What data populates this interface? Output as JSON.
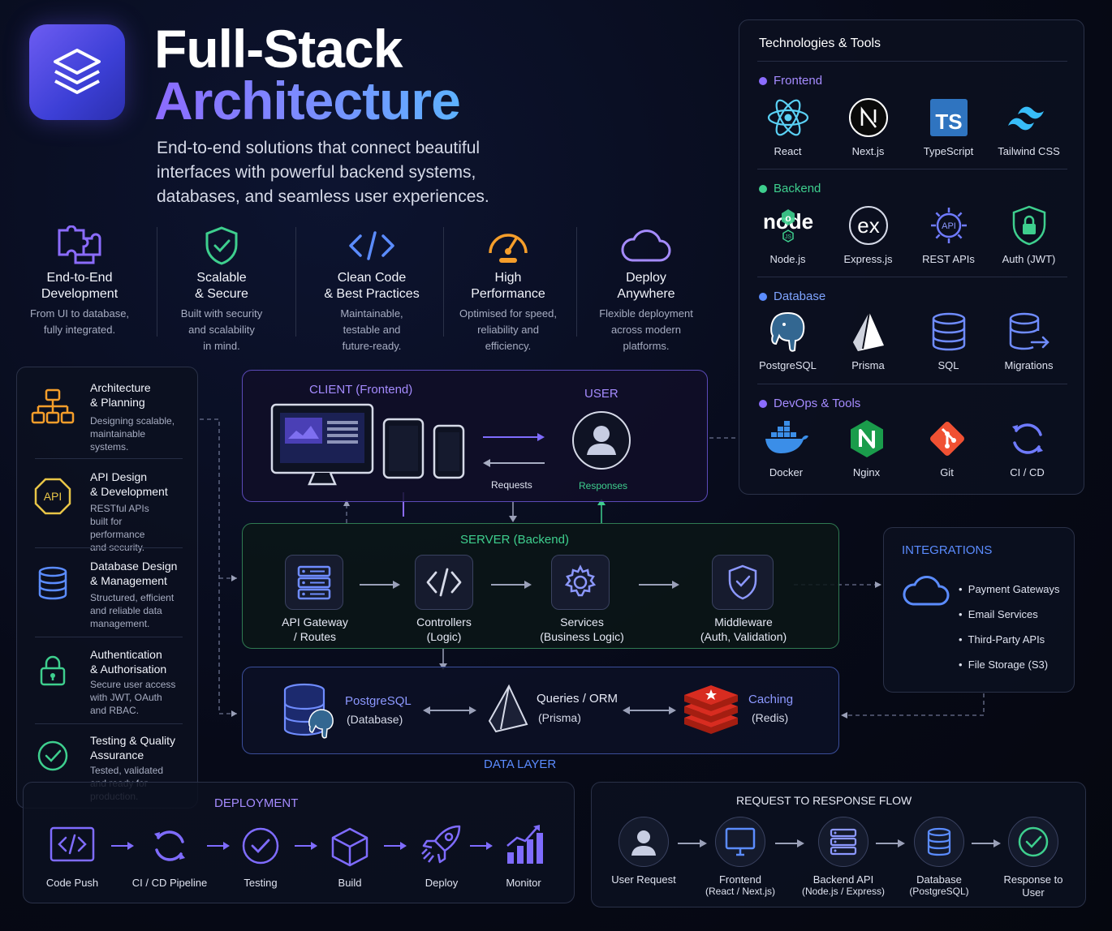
{
  "header": {
    "title_line1": "Full-Stack",
    "title_line2": "Architecture",
    "subtitle": "End-to-end solutions that connect beautiful interfaces with powerful backend systems, databases, and seamless user experiences.",
    "logo_icon": "layers-icon"
  },
  "features": [
    {
      "icon": "puzzle-icon",
      "title": "End-to-End\nDevelopment",
      "desc": "From UI to database,\nfully integrated."
    },
    {
      "icon": "shield-check-icon",
      "title": "Scalable\n& Secure",
      "desc": "Built with security\nand scalability\nin mind."
    },
    {
      "icon": "code-icon",
      "title": "Clean Code\n& Best Practices",
      "desc": "Maintainable,\ntestable and\nfuture-ready."
    },
    {
      "icon": "gauge-icon",
      "title": "High\nPerformance",
      "desc": "Optimised for speed,\nreliability and\nefficiency."
    },
    {
      "icon": "cloud-icon",
      "title": "Deploy\nAnywhere",
      "desc": "Flexible deployment\nacross modern\nplatforms."
    }
  ],
  "tech": {
    "title": "Technologies & Tools",
    "categories": [
      {
        "name": "Frontend",
        "color": "#8b6cff",
        "items": [
          "React",
          "Next.js",
          "TypeScript",
          "Tailwind CSS"
        ]
      },
      {
        "name": "Backend",
        "color": "#3ecf8e",
        "items": [
          "Node.js",
          "Express.js",
          "REST APIs",
          "Auth (JWT)"
        ]
      },
      {
        "name": "Database",
        "color": "#5b8cff",
        "items": [
          "PostgreSQL",
          "Prisma",
          "SQL",
          "Migrations"
        ]
      },
      {
        "name": "DevOps & Tools",
        "color": "#8b6cff",
        "items": [
          "Docker",
          "Nginx",
          "Git",
          "CI / CD"
        ]
      }
    ]
  },
  "capabilities": [
    {
      "icon": "sitemap-icon",
      "title": "Architecture\n& Planning",
      "desc": "Designing scalable,\nmaintainable\nsystems."
    },
    {
      "icon": "api-hexagon-icon",
      "title": "API Design\n& Development",
      "desc": "RESTful APIs\nbuilt for performance\nand security."
    },
    {
      "icon": "database-icon",
      "title": "Database Design\n& Management",
      "desc": "Structured, efficient\nand reliable data\nmanagement."
    },
    {
      "icon": "lock-icon",
      "title": "Authentication\n& Authorisation",
      "desc": "Secure user access\nwith JWT, OAuth\nand RBAC."
    },
    {
      "icon": "check-circle-icon",
      "title": "Testing & Quality\nAssurance",
      "desc": "Tested, validated\nand ready for\nproduction."
    }
  ],
  "client": {
    "title": "CLIENT (Frontend)",
    "user": "USER",
    "requests": "Requests",
    "responses": "Responses"
  },
  "server": {
    "title": "SERVER (Backend)",
    "nodes": [
      {
        "icon": "server-icon",
        "label": "API Gateway\n/ Routes"
      },
      {
        "icon": "code-icon",
        "label": "Controllers\n(Logic)"
      },
      {
        "icon": "gear-icon",
        "label": "Services\n(Business Logic)"
      },
      {
        "icon": "shield-check-icon",
        "label": "Middleware\n(Auth, Validation)"
      }
    ]
  },
  "integrations": {
    "title": "INTEGRATIONS",
    "items": [
      "Payment Gateways",
      "Email Services",
      "Third-Party APIs",
      "File Storage (S3)"
    ]
  },
  "data_layer": {
    "title": "DATA LAYER",
    "postgres": "PostgreSQL",
    "postgres_sub": "(Database)",
    "queries": "Queries / ORM",
    "queries_sub": "(Prisma)",
    "caching": "Caching",
    "caching_sub": "(Redis)"
  },
  "deployment": {
    "title": "DEPLOYMENT",
    "steps": [
      {
        "icon": "code-icon",
        "label": "Code Push"
      },
      {
        "icon": "refresh-icon",
        "label": "CI / CD Pipeline"
      },
      {
        "icon": "check-circle-icon",
        "label": "Testing"
      },
      {
        "icon": "cube-icon",
        "label": "Build"
      },
      {
        "icon": "rocket-icon",
        "label": "Deploy"
      },
      {
        "icon": "bar-chart-icon",
        "label": "Monitor"
      }
    ]
  },
  "flow": {
    "title": "REQUEST TO RESPONSE FLOW",
    "steps": [
      {
        "icon": "user-icon",
        "label": "User Request",
        "sub": ""
      },
      {
        "icon": "monitor-icon",
        "label": "Frontend",
        "sub": "(React / Next.js)"
      },
      {
        "icon": "server-icon",
        "label": "Backend API",
        "sub": "(Node.js / Express)"
      },
      {
        "icon": "database-icon",
        "label": "Database",
        "sub": "(PostgreSQL)"
      },
      {
        "icon": "check-circle-icon",
        "label": "Response to\nUser",
        "sub": ""
      }
    ]
  }
}
